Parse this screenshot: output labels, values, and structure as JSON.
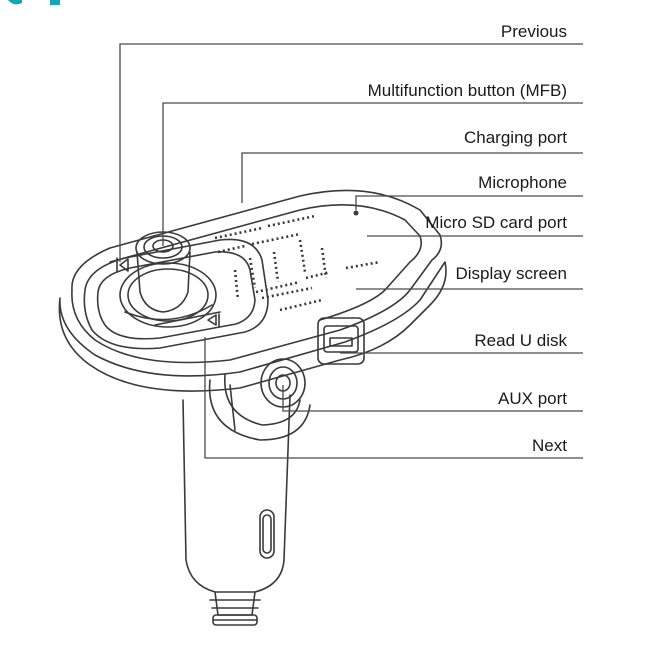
{
  "colors": {
    "line": "#3a3a3a",
    "accent": "#19a3b8",
    "background": "#ffffff"
  },
  "labels": [
    {
      "id": "previous",
      "text": "Previous"
    },
    {
      "id": "mfb",
      "text": "Multifunction button (MFB)"
    },
    {
      "id": "charging",
      "text": "Charging port"
    },
    {
      "id": "microphone",
      "text": "Microphone"
    },
    {
      "id": "sdcard",
      "text": "Micro SD card port"
    },
    {
      "id": "display",
      "text": "Display screen"
    },
    {
      "id": "udisk",
      "text": "Read U disk"
    },
    {
      "id": "aux",
      "text": "AUX port"
    },
    {
      "id": "next",
      "text": "Next"
    }
  ]
}
